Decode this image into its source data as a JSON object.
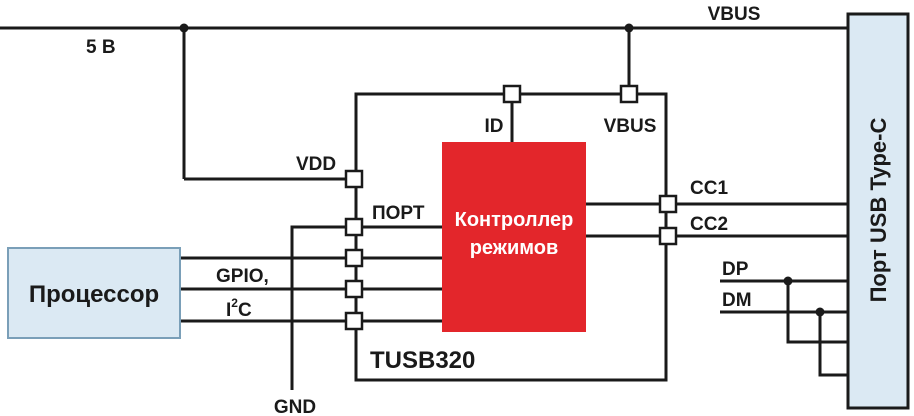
{
  "colors": {
    "line": "#1a1a1a",
    "controller_fill": "#e3262b",
    "block_fill": "#dbe9f3",
    "block_stroke": "#7a9fb8",
    "controller_text": "#ffffff"
  },
  "labels": {
    "vbus_line": "VBUS",
    "supply_5v": "5 В",
    "pin_id": "ID",
    "pin_vbus": "VBUS",
    "pin_vdd": "VDD",
    "pin_port": "ПОРТ",
    "pin_cc1": "CC1",
    "pin_cc2": "CC2",
    "dp": "DP",
    "dm": "DM",
    "gpio": "GPIO,",
    "i2c_base": "I",
    "i2c_sup": "2",
    "i2c_end": "C",
    "chip_name": "TUSB320",
    "gnd": "GND"
  },
  "controller": {
    "line1": "Контроллер",
    "line2": "режимов"
  },
  "processor": {
    "label": "Процессор"
  },
  "usb_port": {
    "label": "Порт USB Type-C"
  }
}
